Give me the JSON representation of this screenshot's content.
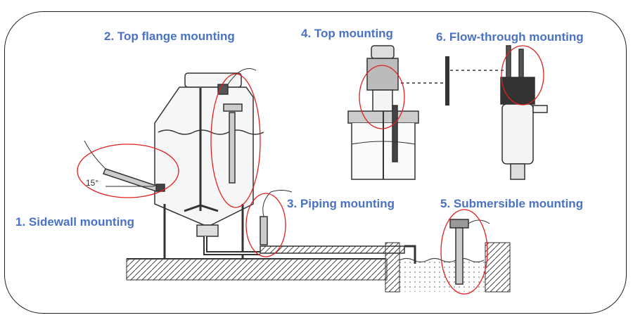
{
  "labels": {
    "sidewall": "1. Sidewall mounting",
    "top_flange": "2. Top flange mounting",
    "piping": "3. Piping mounting",
    "top": "4. Top mounting",
    "submersible": "5. Submersible mounting",
    "flow_through": "6. Flow-through mounting"
  },
  "angle_marker": "15°",
  "colors": {
    "label": "#4a72c4",
    "highlight_circle": "#e02020",
    "line_art": "#333333",
    "frame": "#222222"
  }
}
